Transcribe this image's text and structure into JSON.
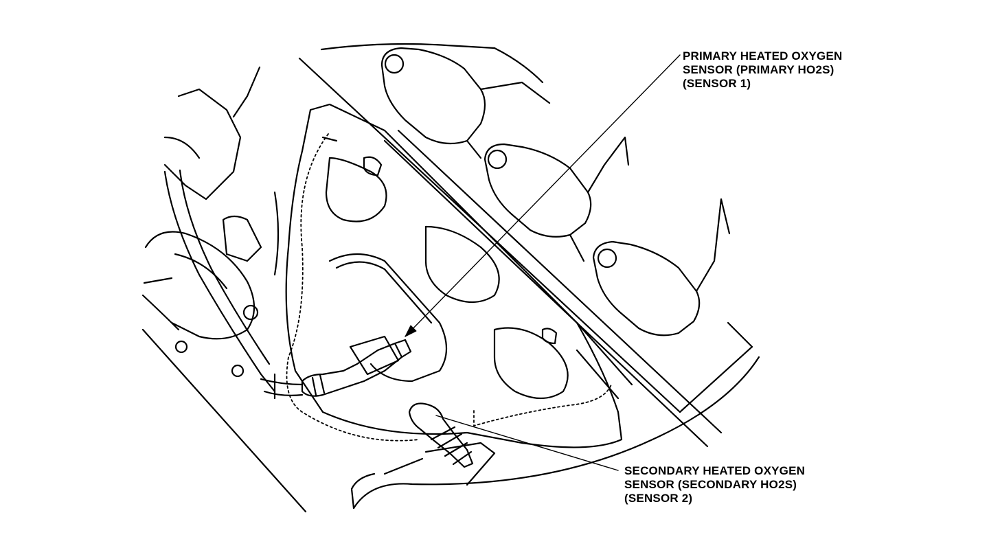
{
  "callouts": {
    "primary": {
      "lines": [
        "PRIMARY HEATED OXYGEN",
        "SENSOR (PRIMARY HO2S)",
        "(SENSOR 1)"
      ]
    },
    "secondary": {
      "lines": [
        "SECONDARY HEATED OXYGEN",
        "SENSOR (SECONDARY HO2S)",
        "(SENSOR 2)"
      ]
    }
  },
  "colors": {
    "ink": "#000000",
    "paper": "#ffffff"
  }
}
